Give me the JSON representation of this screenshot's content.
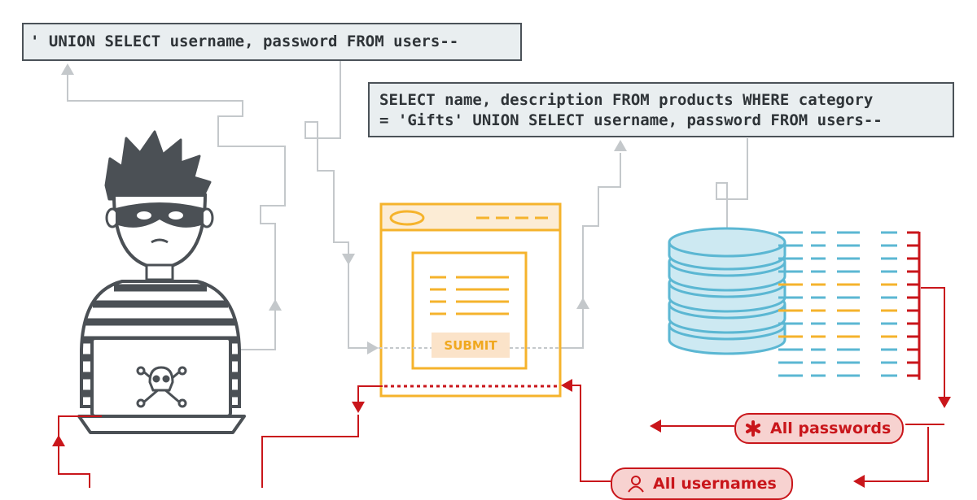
{
  "payload": {
    "text": "' UNION SELECT username, password FROM users--"
  },
  "query": {
    "line1": "SELECT name, description FROM products WHERE category",
    "line2": "= 'Gifts' UNION SELECT username, password FROM users--"
  },
  "form": {
    "submit_label": "SUBMIT"
  },
  "results": {
    "passwords_label": "All passwords",
    "usernames_label": "All usernames"
  },
  "icons": {
    "attacker": "masked-attacker-icon",
    "laptop_logo": "skull-crossbones-icon",
    "database": "database-icon",
    "passwords": "asterisk-icon",
    "usernames": "user-icon"
  },
  "colors": {
    "request_gray": "#c4c8cb",
    "response_red": "#c9161b",
    "browser_orange": "#f5b32c",
    "database_blue": "#5bb7d3",
    "attacker_dark": "#4b5055"
  }
}
